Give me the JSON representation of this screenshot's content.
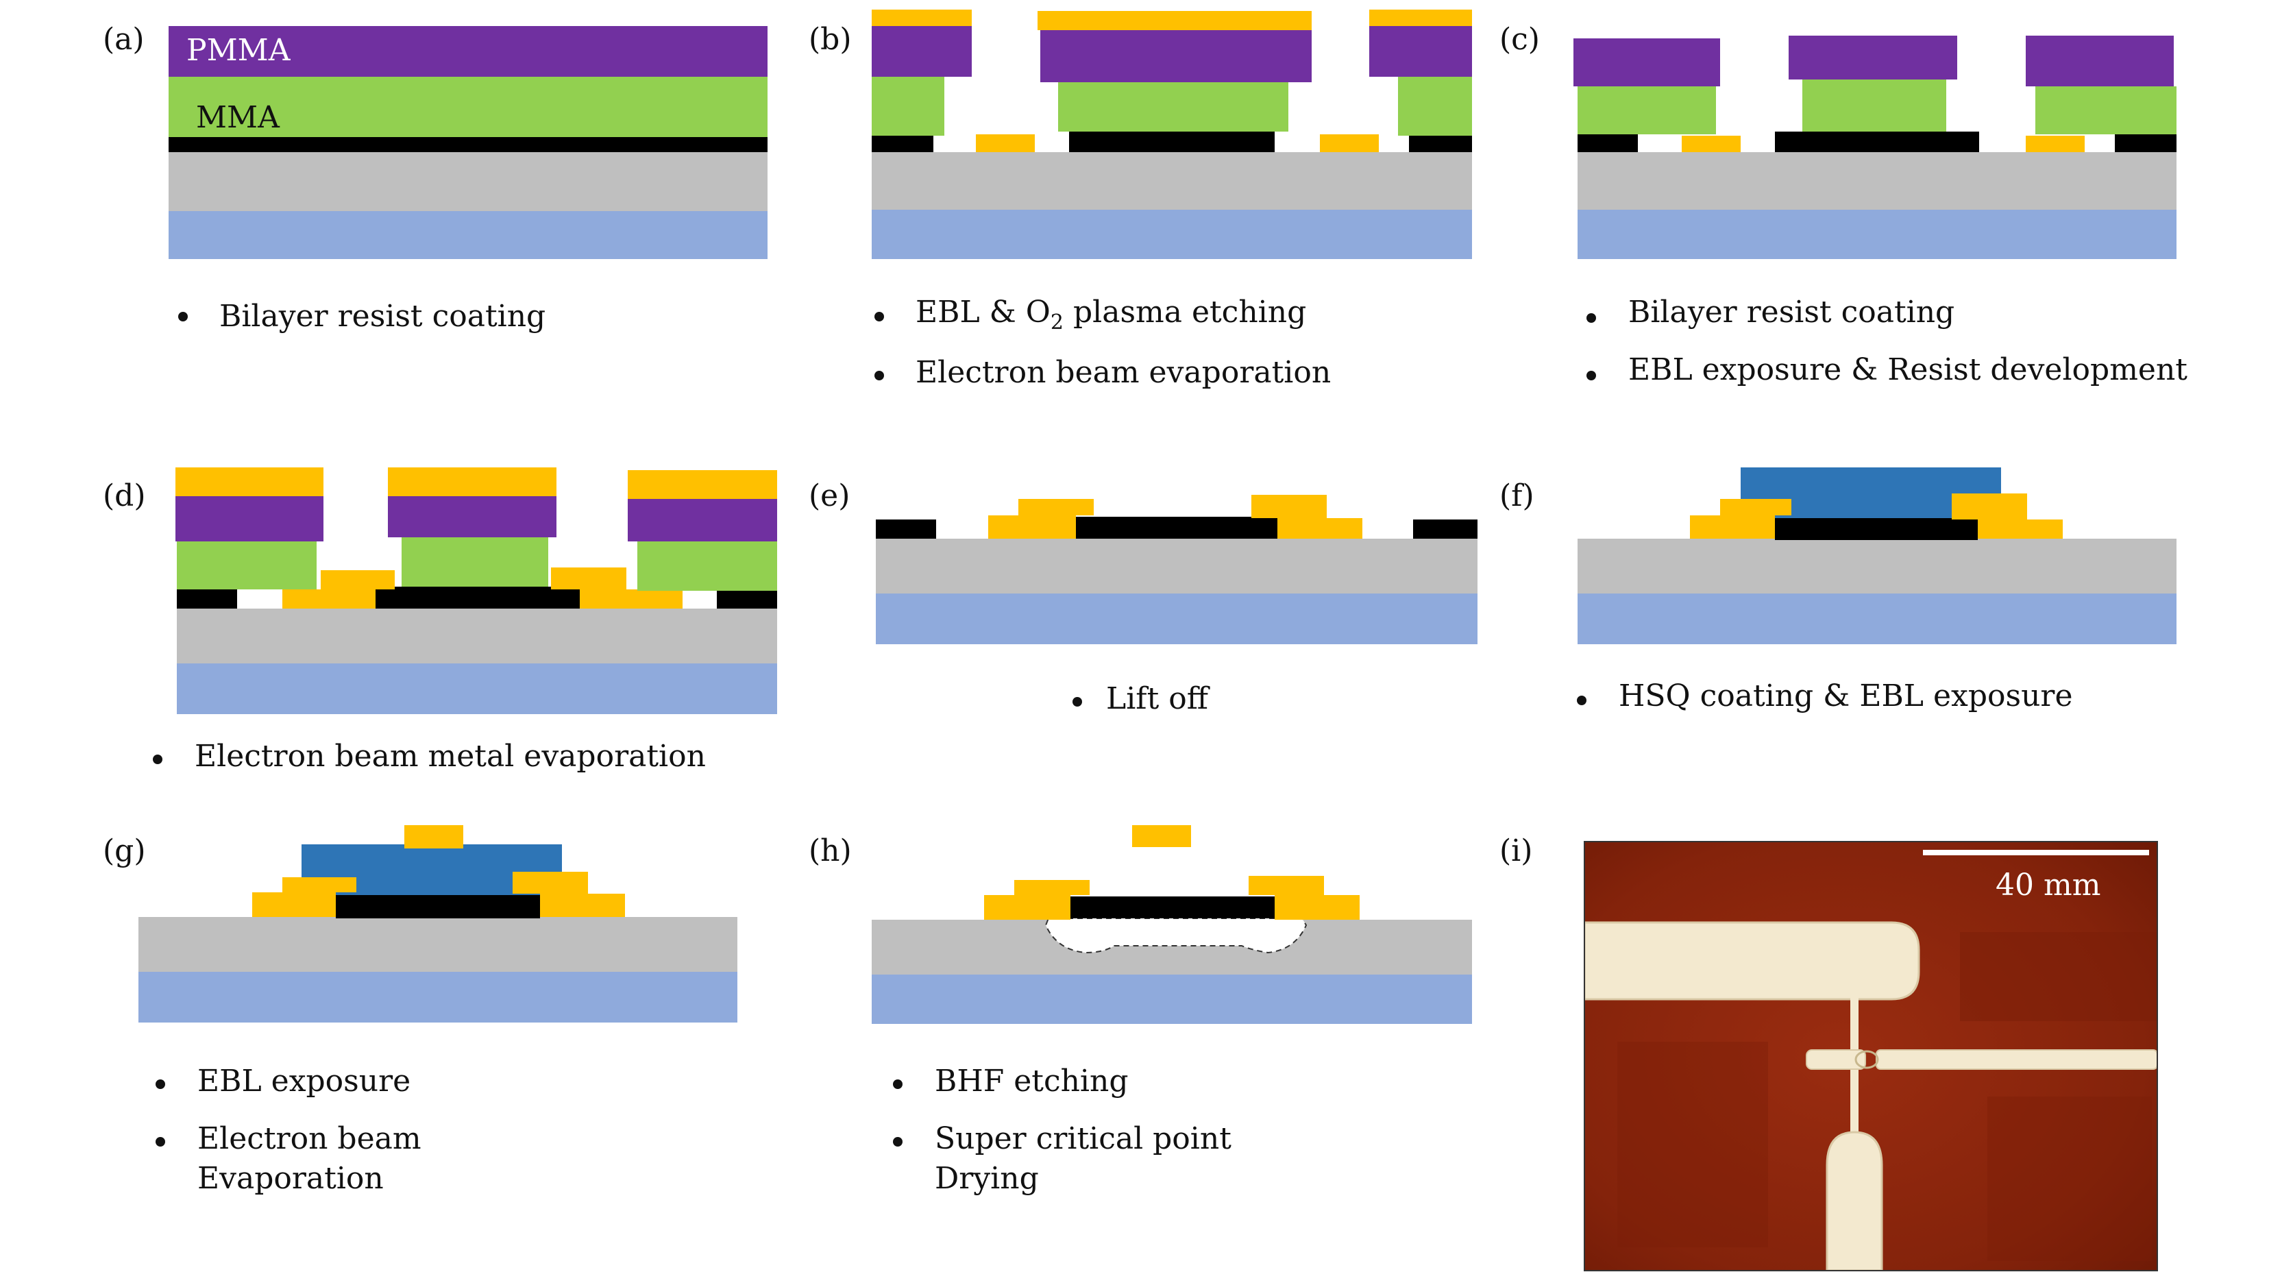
{
  "panels": {
    "a": {
      "label": "(a)",
      "layer_top": "PMMA",
      "layer_mid": "MMA",
      "bullets": [
        "Bilayer resist coating"
      ]
    },
    "b": {
      "label": "(b)",
      "bullet1_pre": "EBL & O",
      "bullet1_sub": "2",
      "bullet1_post": " plasma etching",
      "bullets": [
        "Electron beam evaporation"
      ]
    },
    "c": {
      "label": "(c)",
      "bullets": [
        "Bilayer resist coating",
        "EBL exposure & Resist development"
      ]
    },
    "d": {
      "label": "(d)",
      "bullets": [
        "Electron beam metal evaporation"
      ]
    },
    "e": {
      "label": "(e)",
      "bullets": [
        "Lift off"
      ]
    },
    "f": {
      "label": "(f)",
      "bullets": [
        "HSQ coating & EBL exposure"
      ]
    },
    "g": {
      "label": "(g)",
      "bullets": [
        "EBL exposure",
        "Electron beam",
        "Evaporation"
      ]
    },
    "h": {
      "label": "(h)",
      "bullets": [
        "BHF etching",
        "Super critical point",
        "Drying"
      ]
    },
    "i": {
      "label": "(i)",
      "scale_bar": "40 mm"
    }
  },
  "colors": {
    "pmma": "#7030a0",
    "mma": "#92d050",
    "gold": "#ffc000",
    "graphene": "#000000",
    "oxide": "#bfbfbf",
    "silicon": "#8faadc",
    "hsq": "#2e75b6",
    "micrograph_bg": "#8b1a0a",
    "electrode": "#f3e9cf"
  }
}
